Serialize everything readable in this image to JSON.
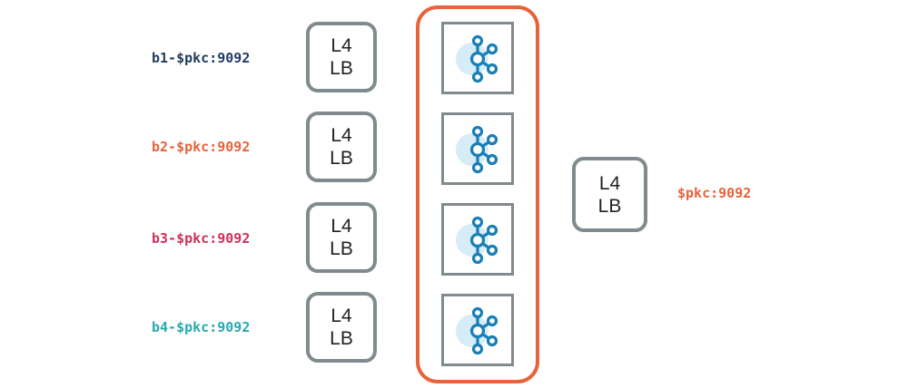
{
  "endpoints": [
    {
      "label": "b1-$pkc:9092",
      "color": "#1f3a5f"
    },
    {
      "label": "b2-$pkc:9092",
      "color": "#e8633a"
    },
    {
      "label": "b3-$pkc:9092",
      "color": "#d0305a"
    },
    {
      "label": "b4-$pkc:9092",
      "color": "#27aab0"
    }
  ],
  "broker_lbs": [
    {
      "line1": "L4",
      "line2": "LB"
    },
    {
      "line1": "L4",
      "line2": "LB"
    },
    {
      "line1": "L4",
      "line2": "LB"
    },
    {
      "line1": "L4",
      "line2": "LB"
    }
  ],
  "brokers": [
    {
      "icon": "kafka-icon"
    },
    {
      "icon": "kafka-icon"
    },
    {
      "icon": "kafka-icon"
    },
    {
      "icon": "kafka-icon"
    }
  ],
  "bootstrap_lb": {
    "line1": "L4",
    "line2": "LB"
  },
  "bootstrap_endpoint": {
    "label": "$pkc:9092",
    "color": "#e8633a"
  },
  "colors": {
    "lb_border": "#7f8b8d",
    "cluster_border": "#e8633a",
    "kafka_icon": "#1a7fb5",
    "kafka_icon_halo": "#d6ecf6"
  }
}
